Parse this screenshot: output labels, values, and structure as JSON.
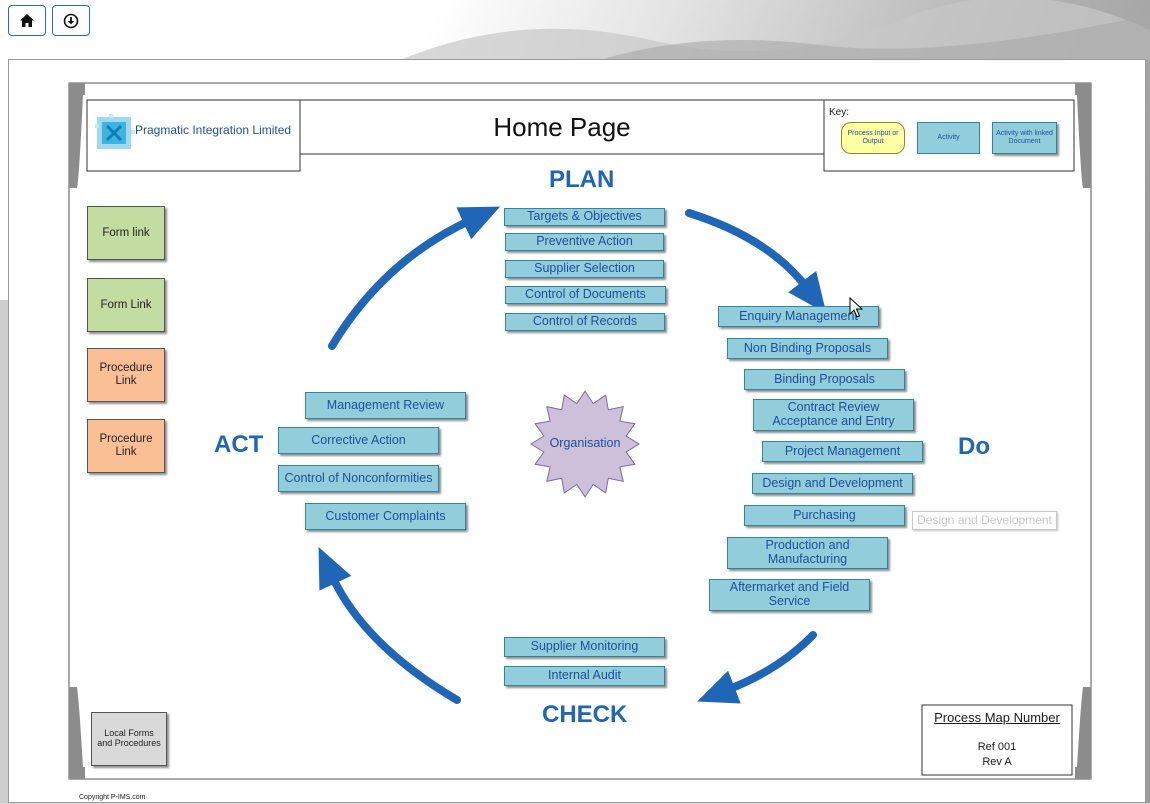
{
  "toolbar": {
    "home_icon": "home-icon",
    "download_icon": "download-circle-icon"
  },
  "header": {
    "company_name": "Pragmatic Integration Limited",
    "page_title": "Home Page"
  },
  "key": {
    "label": "Key:",
    "input_output": "Process Input or Output",
    "activity": "Activity",
    "activity_linked": "Activity with linked Document"
  },
  "phases": {
    "plan": "PLAN",
    "do": "Do",
    "check": "CHECK",
    "act": "ACT"
  },
  "plan_items": [
    "Targets & Objectives",
    "Preventive Action",
    "Supplier Selection",
    "Control of Documents",
    "Control of Records"
  ],
  "do_items": [
    "Enquiry Management",
    "Non Binding Proposals",
    "Binding Proposals",
    "Contract Review Acceptance and Entry",
    "Project Management",
    "Design and Development",
    "Purchasing",
    "Production and Manufacturing",
    "Aftermarket and Field Service"
  ],
  "check_items": [
    "Supplier Monitoring",
    "Internal Audit"
  ],
  "act_items": [
    "Management Review",
    "Corrective Action",
    "Control of Nonconformities",
    "Customer Complaints"
  ],
  "center": "Organisation",
  "tooltip": "Design and Development",
  "side_links": [
    "Form link",
    "Form Link",
    "Procedure Link",
    "Procedure Link"
  ],
  "local_forms": "Local Forms and Procedures",
  "process_map": {
    "title": "Process Map Number",
    "ref": "Ref 001",
    "rev": "Rev A"
  },
  "copyright": "Copyright P-IMS.com",
  "colors": {
    "activity_fill": "#92cddc",
    "arrow": "#1f66b7",
    "form_link": "#c3dca2",
    "procedure_link": "#fbbf96",
    "input_output": "#fefea2",
    "organisation": "#ccc0da"
  }
}
